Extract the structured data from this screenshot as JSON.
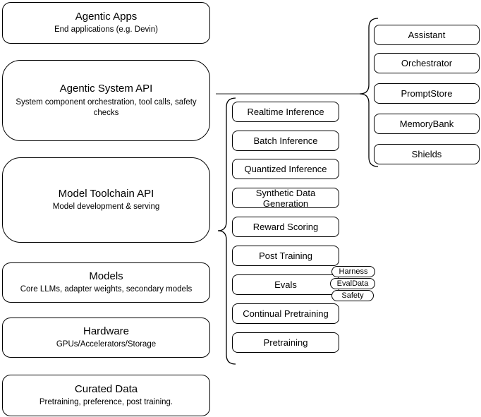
{
  "stack": [
    {
      "title": "Agentic Apps",
      "subtitle": "End applications (e.g. Devin)"
    },
    {
      "title": "Agentic System API",
      "subtitle": "System component orchestration, tool calls, safety checks"
    },
    {
      "title": "Model Toolchain API",
      "subtitle": "Model development & serving"
    },
    {
      "title": "Models",
      "subtitle": "Core LLMs, adapter weights, secondary models"
    },
    {
      "title": "Hardware",
      "subtitle": "GPUs/Accelerators/Storage"
    },
    {
      "title": "Curated Data",
      "subtitle": "Pretraining, preference, post training."
    }
  ],
  "toolchain": [
    "Realtime Inference",
    "Batch Inference",
    "Quantized Inference",
    "Synthetic Data Generation",
    "Reward Scoring",
    "Post Training",
    "Evals",
    "Continual Pretraining",
    "Pretraining"
  ],
  "eval_tags": [
    "Harness",
    "EvalData",
    "Safety"
  ],
  "components": [
    "Assistant",
    "Orchestrator",
    "PromptStore",
    "MemoryBank",
    "Shields"
  ],
  "colors": {
    "background": "#ffffff",
    "shape_fill": "#ffffff",
    "shape_stroke": "#000000",
    "connector": "#6e6e6e",
    "text": "#000000"
  }
}
